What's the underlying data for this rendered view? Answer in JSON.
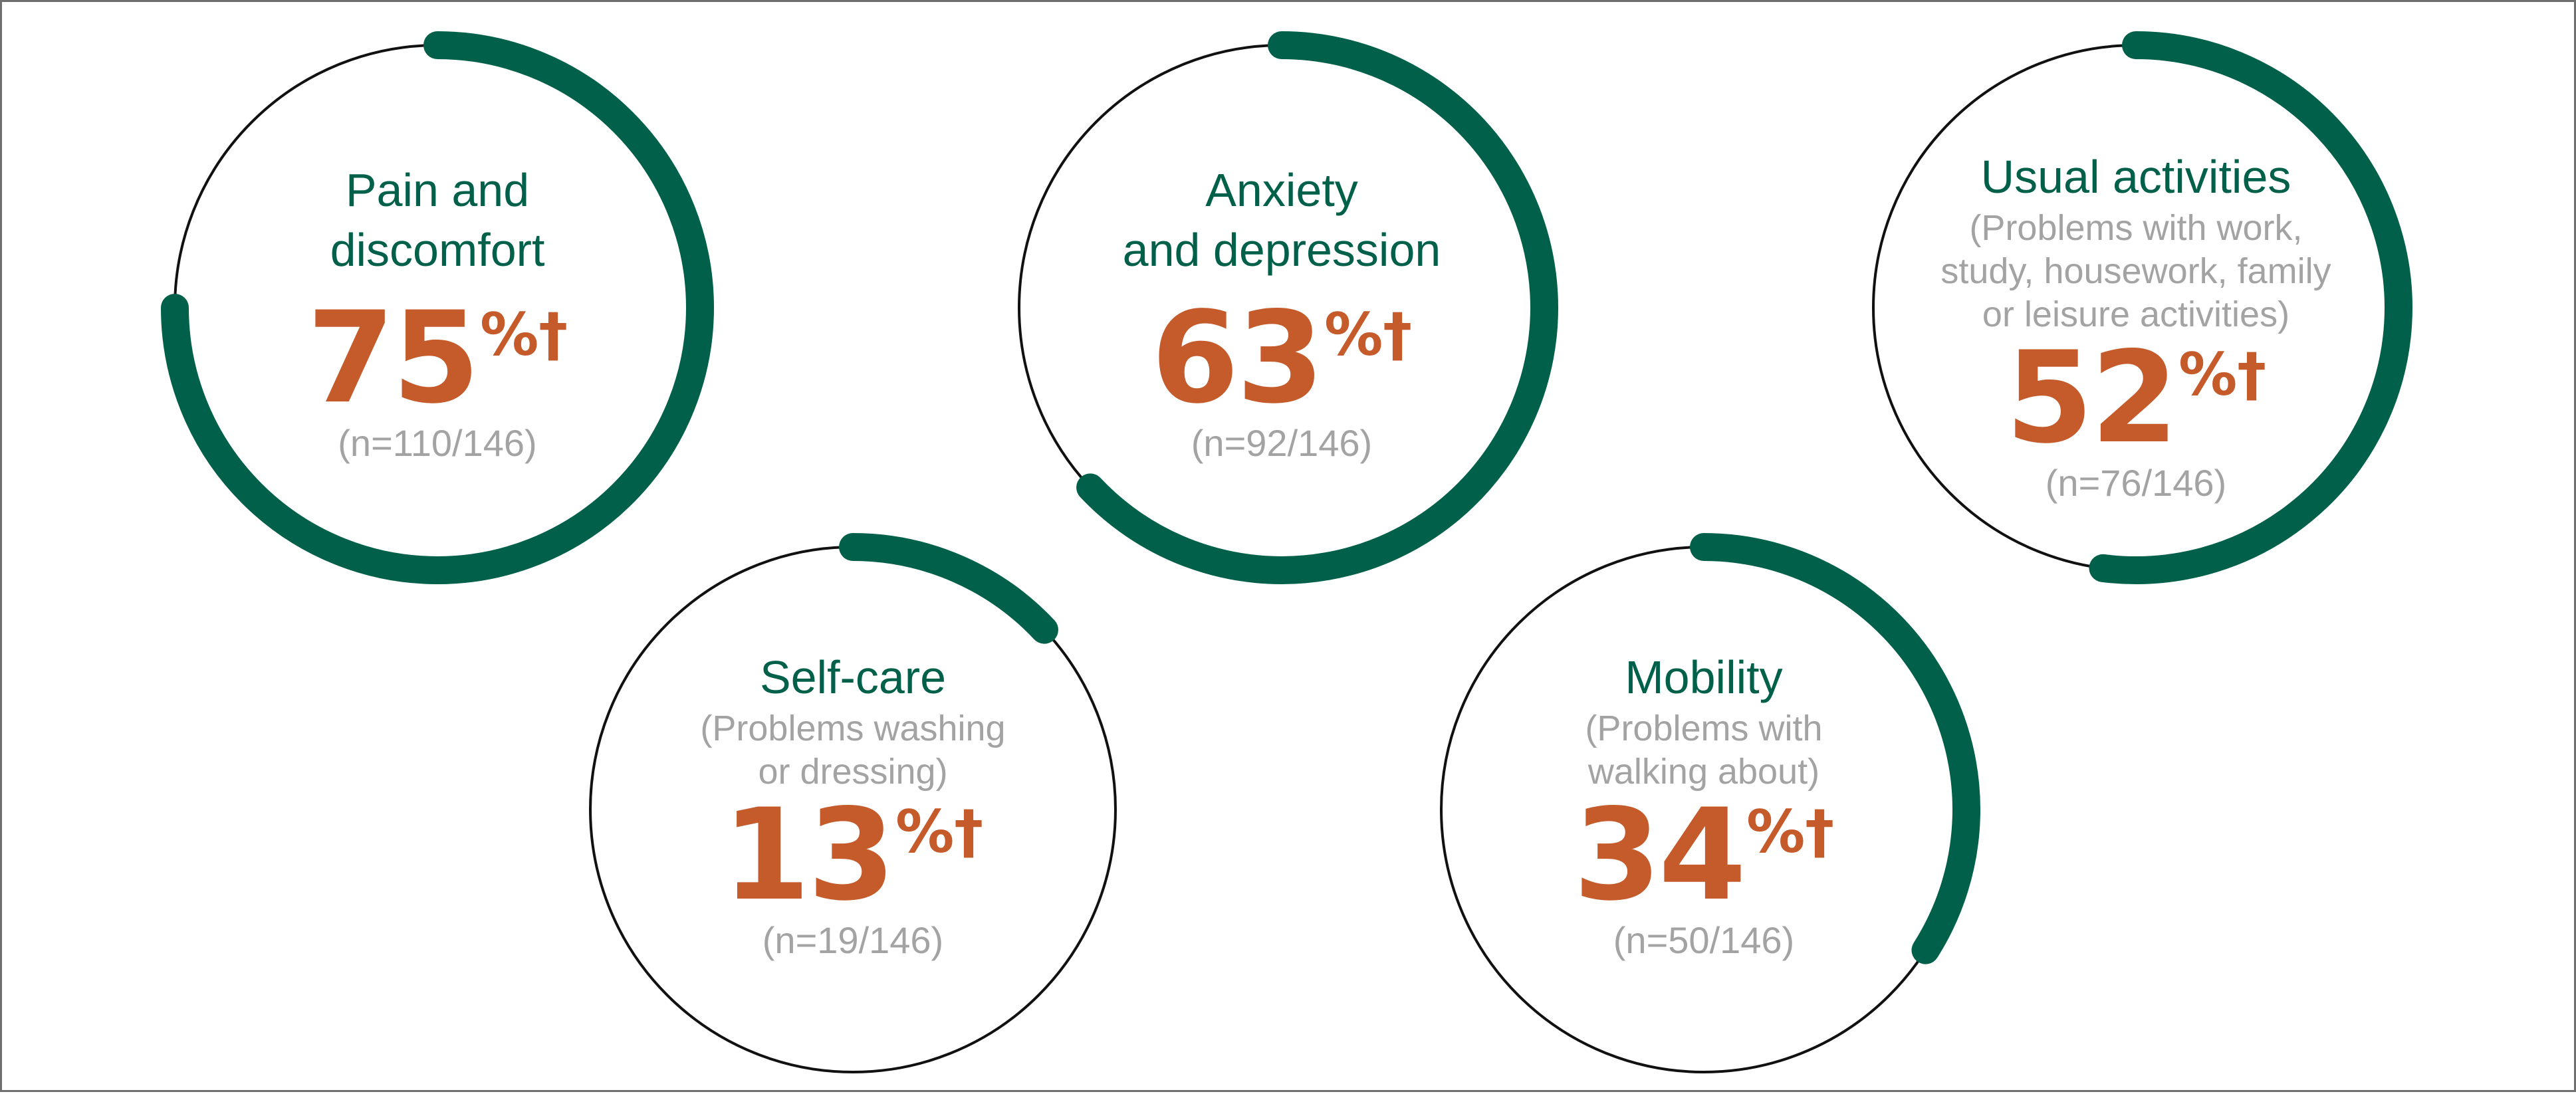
{
  "colors": {
    "arc": "#00604a",
    "ring": "#111111",
    "title": "#00604a",
    "value": "#c55a2b",
    "muted": "#a3a3a3"
  },
  "chart_data": {
    "type": "radial-progress",
    "unit": "%",
    "items": [
      {
        "title": "Pain and discomfort",
        "title_lines": [
          "Pain and",
          "discomfort"
        ],
        "subtitle_lines": [],
        "value": 75,
        "value_text": "75",
        "suffix": "%†",
        "count": "(n=110/146)"
      },
      {
        "title": "Anxiety and depression",
        "title_lines": [
          "Anxiety",
          "and depression"
        ],
        "subtitle_lines": [],
        "value": 63,
        "value_text": "63",
        "suffix": "%†",
        "count": "(n=92/146)"
      },
      {
        "title": "Usual activities",
        "title_lines": [
          "Usual activities"
        ],
        "subtitle_lines": [
          "(Problems with work,",
          "study, housework, family",
          "or leisure activities)"
        ],
        "value": 52,
        "value_text": "52",
        "suffix": "%†",
        "count": "(n=76/146)"
      },
      {
        "title": "Self-care",
        "title_lines": [
          "Self-care"
        ],
        "subtitle_lines": [
          "(Problems washing",
          "or dressing)"
        ],
        "value": 13,
        "value_text": "13",
        "suffix": "%†",
        "count": "(n=19/146)"
      },
      {
        "title": "Mobility",
        "title_lines": [
          "Mobility"
        ],
        "subtitle_lines": [
          "(Problems with",
          "walking about)"
        ],
        "value": 34,
        "value_text": "34",
        "suffix": "%†",
        "count": "(n=50/146)"
      }
    ]
  }
}
